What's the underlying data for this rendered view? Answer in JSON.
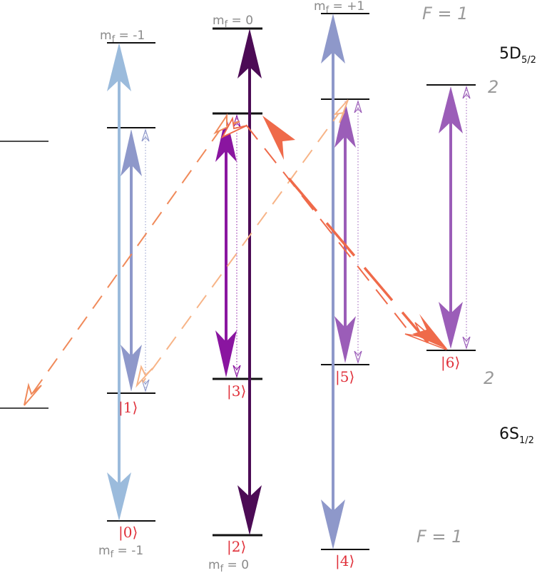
{
  "colors": {
    "light_blue": "#9bbbdc",
    "periwinkle": "#8e98ca",
    "purple": "#8a15a0",
    "dark_purple": "#4c0b55",
    "violet": "#9b5db8",
    "coral": "#ef6a4a",
    "orange": "#f08a5a",
    "peach": "#f7b487",
    "level_line": "#111111",
    "label_gray": "#8a8a8a",
    "ket_red": "#e0303a"
  },
  "labels": {
    "upper_state_main": "5D",
    "upper_state_sub": "5/2",
    "lower_state_main": "6S",
    "lower_state_sub": "1/2",
    "F_top": "F = 1",
    "F_bottom": "F = 1",
    "F_top_right": "2",
    "F_bottom_right": "2",
    "mf_top_left": "m",
    "mf_top_left_sub": "f",
    "mf_top_left_val": " = -1",
    "mf_top_mid": "m",
    "mf_top_mid_sub": "f",
    "mf_top_mid_val": " = 0",
    "mf_top_right": "m",
    "mf_top_right_sub": "f",
    "mf_top_right_val": " = +1",
    "mf_bot_left": "m",
    "mf_bot_left_sub": "f",
    "mf_bot_left_val": " = -1",
    "mf_bot_mid": "m",
    "mf_bot_mid_sub": "f",
    "mf_bot_mid_val": " = 0"
  },
  "kets": [
    "|0⟩",
    "|1⟩",
    "|2⟩",
    "|3⟩",
    "|4⟩",
    "|5⟩",
    "|6⟩"
  ]
}
